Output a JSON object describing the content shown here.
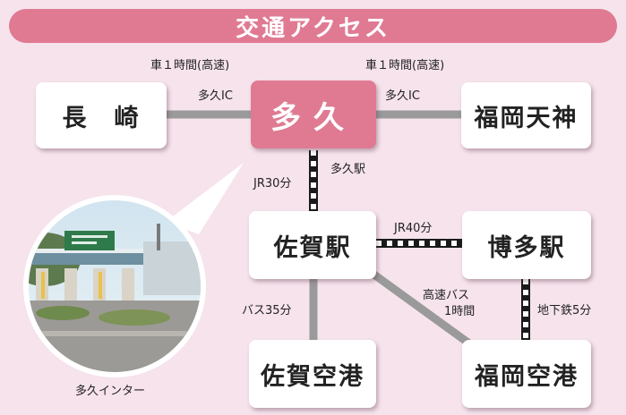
{
  "banner": {
    "title": "交通アクセス"
  },
  "nodes": {
    "nagasaki": "長　崎",
    "taku": "多久",
    "fukuoka_tenjin": "福岡天神",
    "saga_station": "佐賀駅",
    "hakata_station": "博多駅",
    "saga_airport": "佐賀空港",
    "fukuoka_airport": "福岡空港"
  },
  "routes": {
    "nagasaki_taku_time": "車１時間(高速)",
    "nagasaki_taku_ic": "多久IC",
    "taku_tenjin_time": "車１時間(高速)",
    "taku_tenjin_ic": "多久IC",
    "taku_saga_line": "JR30分",
    "taku_station": "多久駅",
    "saga_hakata_line": "JR40分",
    "saga_airport_bus": "バス35分",
    "saga_fukuoka_airport_bus_1": "高速バス",
    "saga_fukuoka_airport_bus_2": "1時間",
    "hakata_airport_subway": "地下鉄5分"
  },
  "photo": {
    "caption": "多久インター"
  },
  "colors": {
    "background": "#f6e3ec",
    "accent": "#e07a93",
    "road": "#9a9a9a",
    "rail_dark": "#1a1a1a",
    "rail_light": "#ffffff"
  }
}
